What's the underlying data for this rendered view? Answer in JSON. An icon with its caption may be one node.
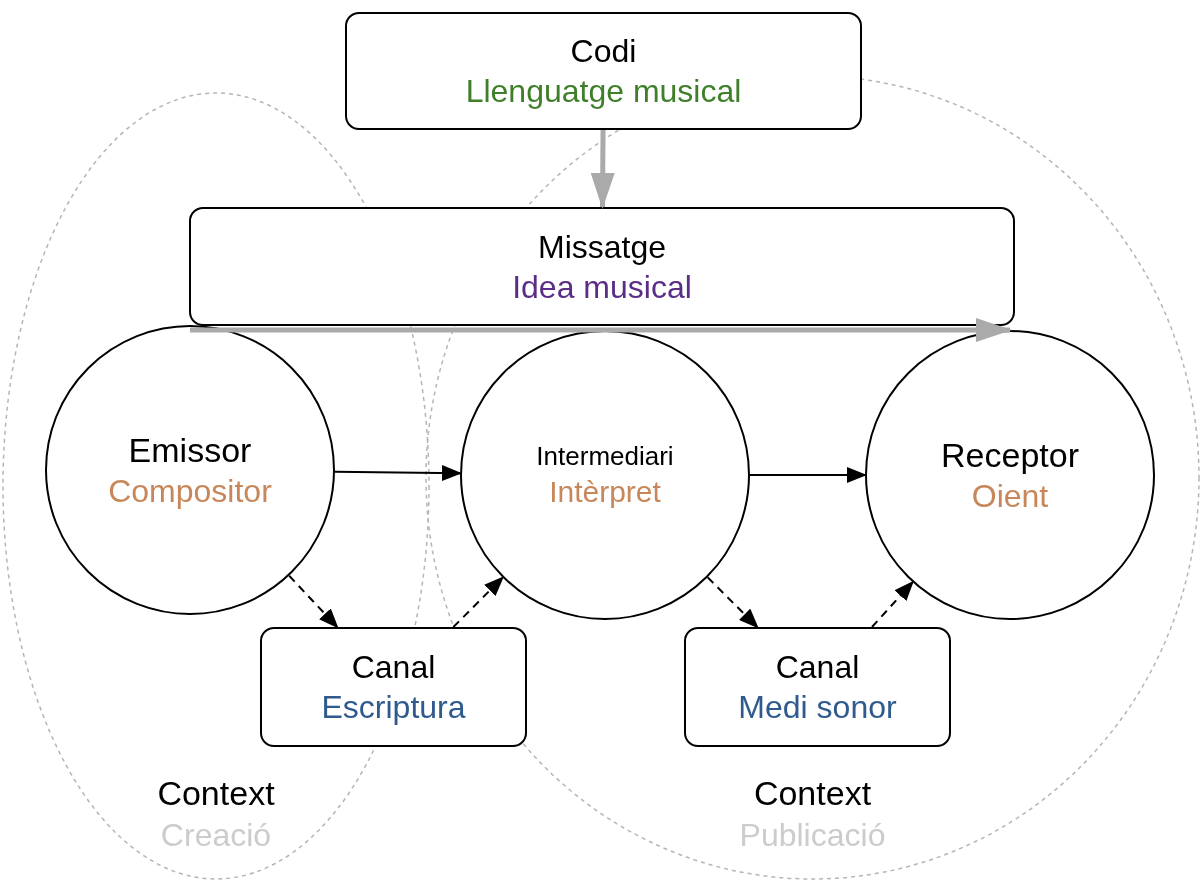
{
  "diagram": {
    "nodes": [
      {
        "text": [
          "Codi",
          "Llenguatge musical"
        ]
      },
      {
        "text": [
          "Missatge",
          "Idea musical"
        ]
      },
      {
        "text": [
          "Emissor",
          "Compositor"
        ]
      },
      {
        "text": [
          "Intermediari",
          "Intèrpret"
        ]
      },
      {
        "text": [
          "Receptor",
          "Oient"
        ]
      },
      {
        "text": [
          "Canal",
          "Escriptura"
        ]
      },
      {
        "text": [
          "Canal",
          "Medi sonor"
        ]
      },
      {
        "text": [
          "Context",
          "Creació"
        ]
      },
      {
        "text": [
          "Context",
          "Publicació"
        ]
      }
    ],
    "edges": [
      {
        "from": 0,
        "to": 1,
        "arrow": "to",
        "style": "thick",
        "color": "#aaaaaa"
      },
      {
        "from": 2,
        "to": 4,
        "arrow": "to",
        "style": "thick",
        "color": "#aaaaaa"
      },
      {
        "from": 2,
        "to": 3,
        "arrow": "to"
      },
      {
        "from": 3,
        "to": 4,
        "arrow": "to"
      },
      {
        "from": 2,
        "to": 5,
        "arrow": "to",
        "style": "dashed"
      },
      {
        "from": 5,
        "to": 3,
        "arrow": "to",
        "style": "dashed"
      },
      {
        "from": 3,
        "to": 6,
        "arrow": "to",
        "style": "dashed"
      },
      {
        "from": 6,
        "to": 4,
        "arrow": "to",
        "style": "dashed"
      }
    ]
  }
}
